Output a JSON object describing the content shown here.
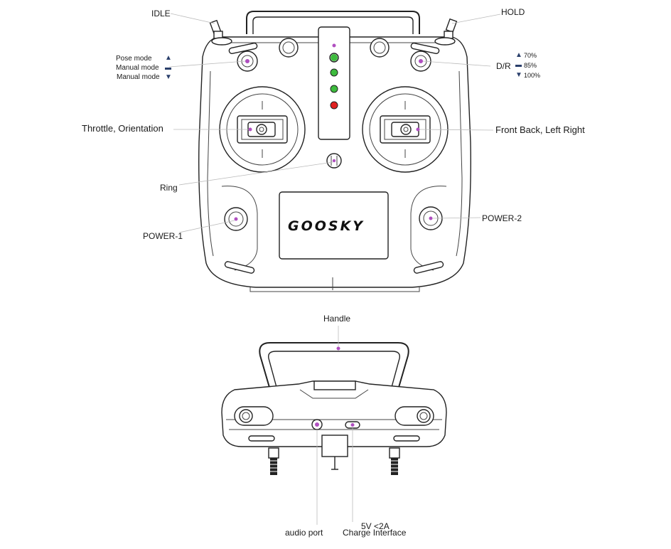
{
  "brand": "GOOSKY",
  "labels": {
    "idle": "IDLE",
    "hold": "HOLD",
    "pose_mode": "Pose mode",
    "manual_mode_1": "Manual mode",
    "manual_mode_2": "Manual mode",
    "dr": "D/R",
    "dr_70": "70%",
    "dr_85": "85%",
    "dr_100": "100%",
    "throttle_orientation": "Throttle, Orientation",
    "front_back_left_right": "Front Back, Left Right",
    "ring": "Ring",
    "power_1": "POWER-1",
    "power_2": "POWER-2",
    "handle": "Handle",
    "audio_port": "audio port",
    "charge_voltage": "5V <2A",
    "charge_interface": "Charge Interface"
  },
  "indicator_colors": {
    "led_top": "#b04fc0",
    "led_green": "#3dbb3d",
    "led_red": "#e02020",
    "callout_dot": "#b04fc0",
    "arrow": "#2a3f6b"
  }
}
